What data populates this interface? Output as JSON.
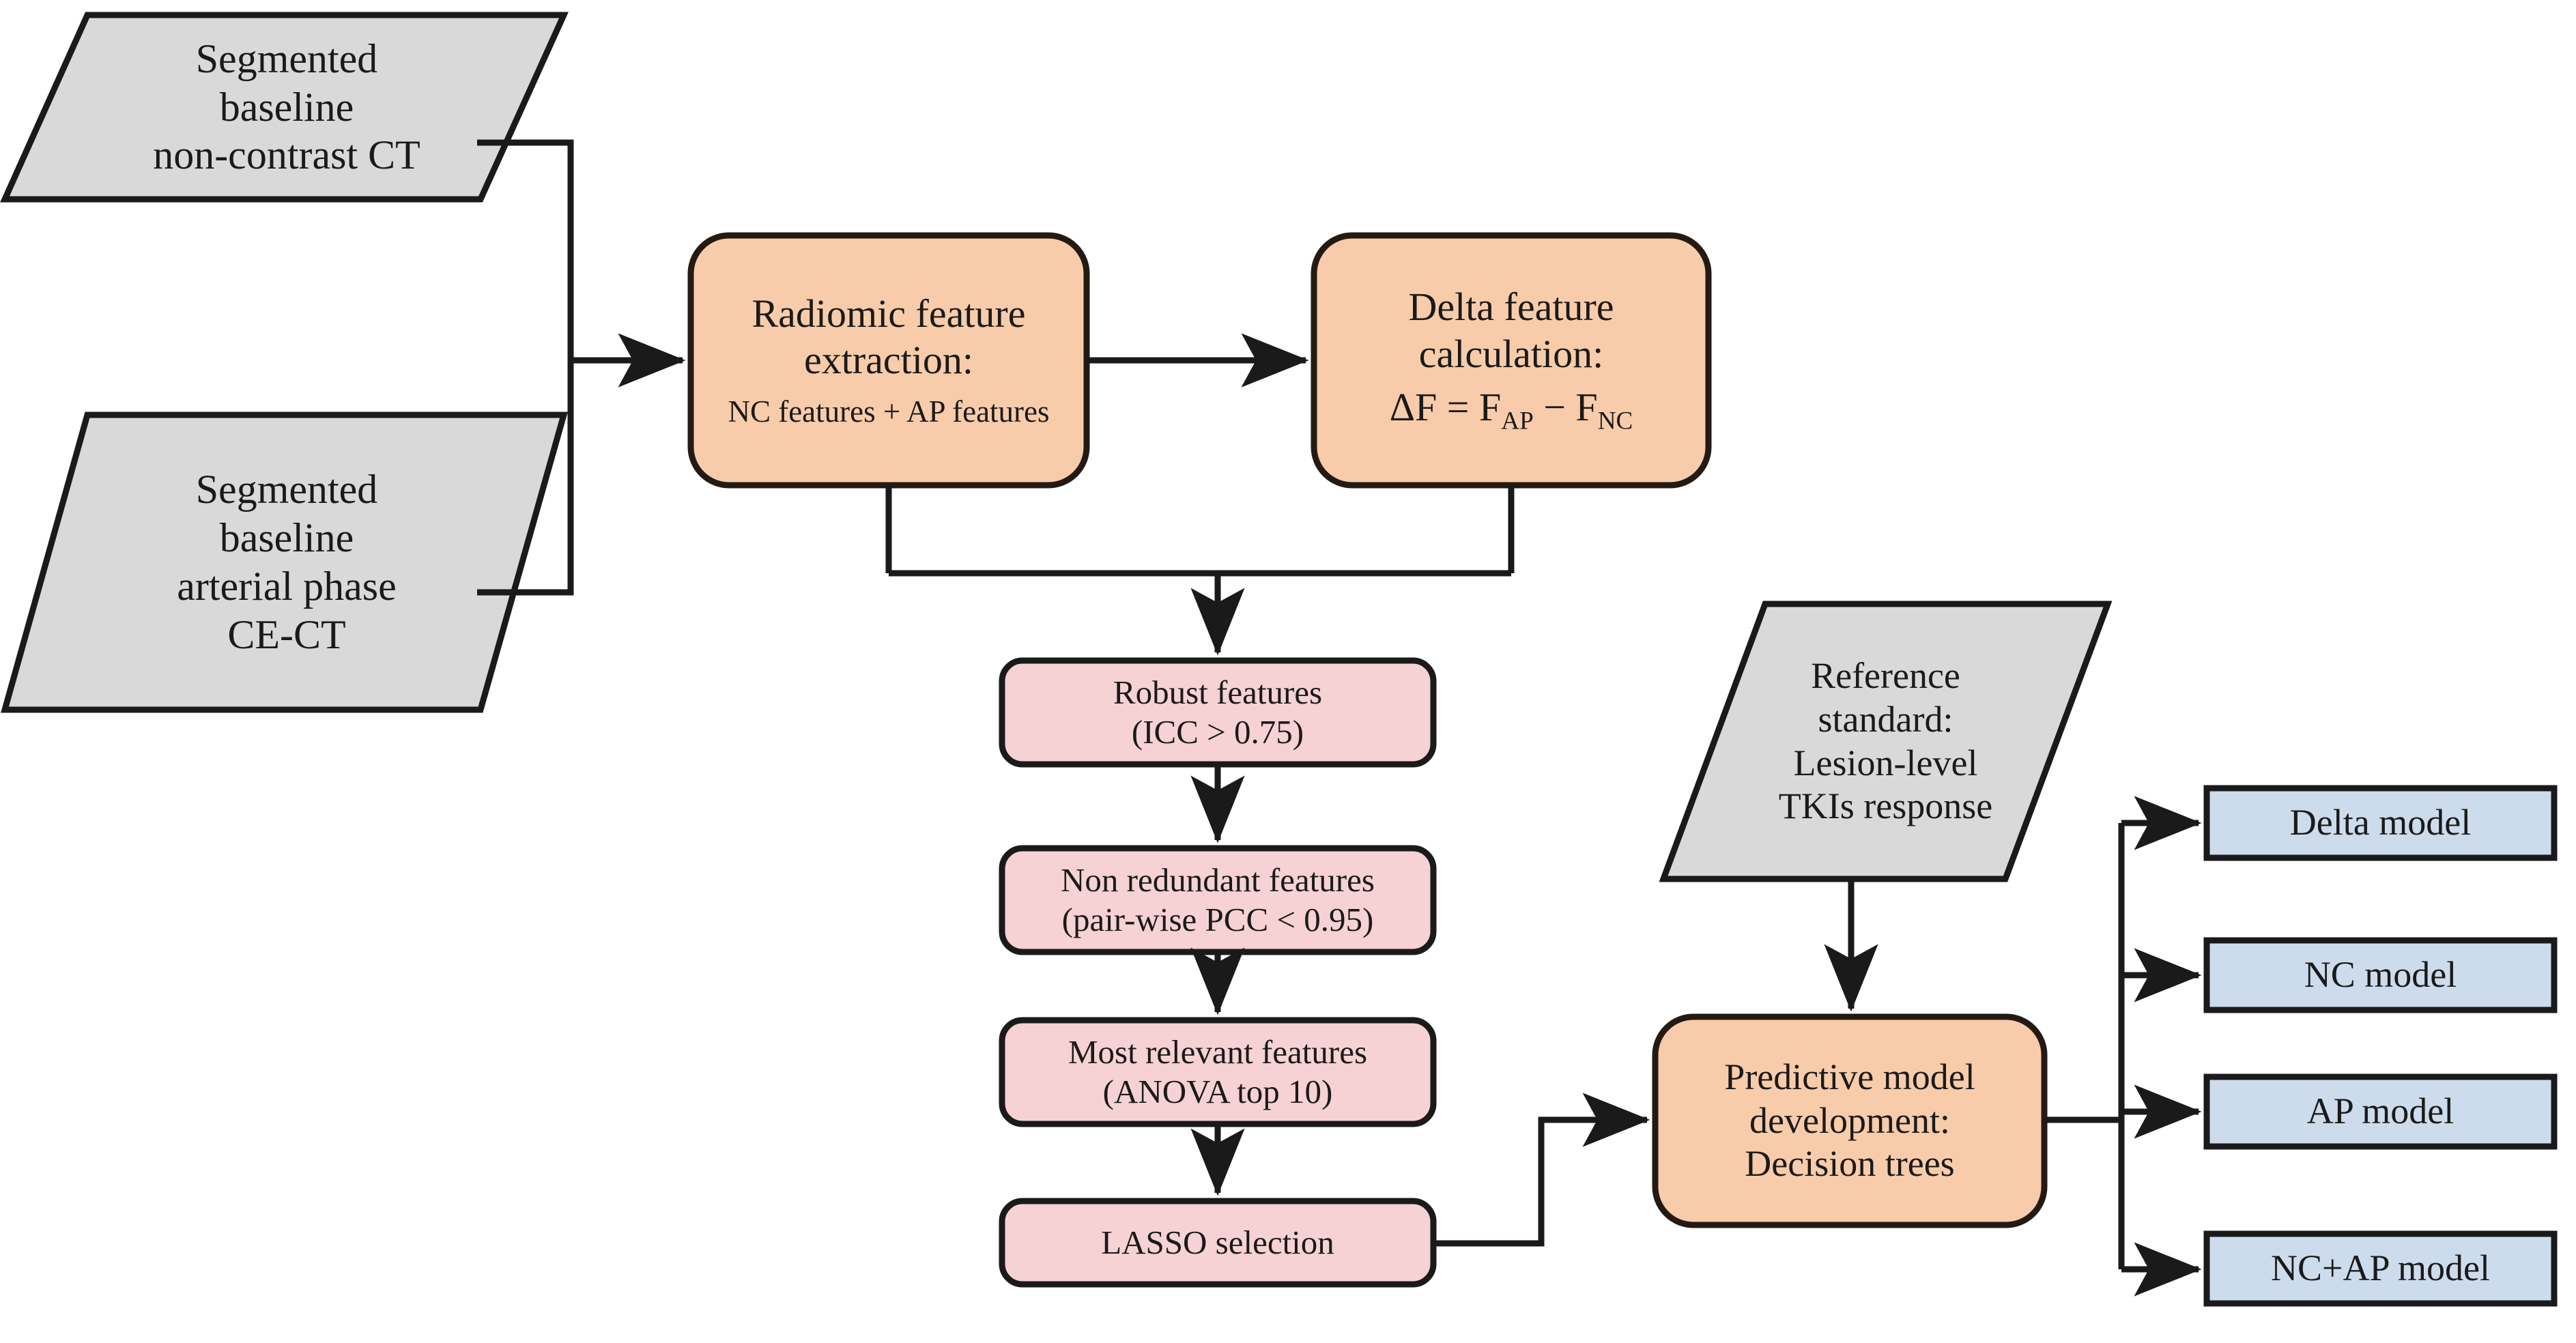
{
  "diagram": {
    "title": "Radiomics workflow for lesion-level TKIs response prediction",
    "type": "flowchart",
    "colors": {
      "input_fill": "#D9D9D9",
      "process_fill": "#F8CCAA",
      "selection_fill": "#F6D2D4",
      "model_fill": "#CDDCEC",
      "stroke": "#1a1a1a",
      "background": "#FFFFFF"
    },
    "nodes": {
      "input_nc": {
        "shape": "parallelogram",
        "fill_key": "input_fill",
        "lines": [
          "Segmented",
          "baseline",
          "non-contrast CT"
        ]
      },
      "input_ap": {
        "shape": "parallelogram",
        "fill_key": "input_fill",
        "lines": [
          "Segmented",
          "baseline",
          "arterial phase",
          "CE-CT"
        ]
      },
      "radiomic_extraction": {
        "shape": "rounded-rect",
        "fill_key": "process_fill",
        "lines": [
          "Radiomic feature",
          "extraction:"
        ],
        "sub_line": "NC features + AP features"
      },
      "delta_calculation": {
        "shape": "rounded-rect",
        "fill_key": "process_fill",
        "lines": [
          "Delta feature",
          "calculation:"
        ],
        "formula": {
          "delta": "ΔF = F",
          "sub1": "AP",
          "minus": " − F",
          "sub2": "NC"
        }
      },
      "robust_features": {
        "shape": "rounded-rect",
        "fill_key": "selection_fill",
        "lines": [
          "Robust features",
          "(ICC > 0.75)"
        ]
      },
      "non_redundant_features": {
        "shape": "rounded-rect",
        "fill_key": "selection_fill",
        "lines": [
          "Non redundant features",
          "(pair-wise PCC < 0.95)"
        ]
      },
      "most_relevant_features": {
        "shape": "rounded-rect",
        "fill_key": "selection_fill",
        "lines": [
          "Most relevant features",
          "(ANOVA top 10)"
        ]
      },
      "lasso_selection": {
        "shape": "rounded-rect",
        "fill_key": "selection_fill",
        "lines": [
          "LASSO selection"
        ]
      },
      "reference_standard": {
        "shape": "parallelogram",
        "fill_key": "input_fill",
        "lines": [
          "Reference",
          "standard:",
          "Lesion-level",
          "TKIs response"
        ]
      },
      "predictive_model": {
        "shape": "rounded-rect",
        "fill_key": "process_fill",
        "lines": [
          "Predictive model",
          "development:",
          "Decision trees"
        ]
      },
      "model_delta": {
        "shape": "rect",
        "fill_key": "model_fill",
        "lines": [
          "Delta model"
        ]
      },
      "model_nc": {
        "shape": "rect",
        "fill_key": "model_fill",
        "lines": [
          "NC model"
        ]
      },
      "model_ap": {
        "shape": "rect",
        "fill_key": "model_fill",
        "lines": [
          "AP model"
        ]
      },
      "model_nc_ap": {
        "shape": "rect",
        "fill_key": "model_fill",
        "lines": [
          "NC+AP model"
        ]
      }
    },
    "edges": [
      {
        "from": "input_nc",
        "to": "radiomic_extraction",
        "arrow": true
      },
      {
        "from": "input_ap",
        "to": "radiomic_extraction",
        "arrow": true
      },
      {
        "from": "radiomic_extraction",
        "to": "delta_calculation",
        "arrow": true
      },
      {
        "from": "radiomic_extraction",
        "to": "robust_features",
        "arrow": true
      },
      {
        "from": "delta_calculation",
        "to": "robust_features",
        "arrow": true
      },
      {
        "from": "robust_features",
        "to": "non_redundant_features",
        "arrow": true
      },
      {
        "from": "non_redundant_features",
        "to": "most_relevant_features",
        "arrow": true
      },
      {
        "from": "most_relevant_features",
        "to": "lasso_selection",
        "arrow": true
      },
      {
        "from": "lasso_selection",
        "to": "predictive_model",
        "arrow": true
      },
      {
        "from": "reference_standard",
        "to": "predictive_model",
        "arrow": true
      },
      {
        "from": "predictive_model",
        "to": "model_delta",
        "arrow": true
      },
      {
        "from": "predictive_model",
        "to": "model_nc",
        "arrow": true
      },
      {
        "from": "predictive_model",
        "to": "model_ap",
        "arrow": true
      },
      {
        "from": "predictive_model",
        "to": "model_nc_ap",
        "arrow": true
      }
    ]
  }
}
